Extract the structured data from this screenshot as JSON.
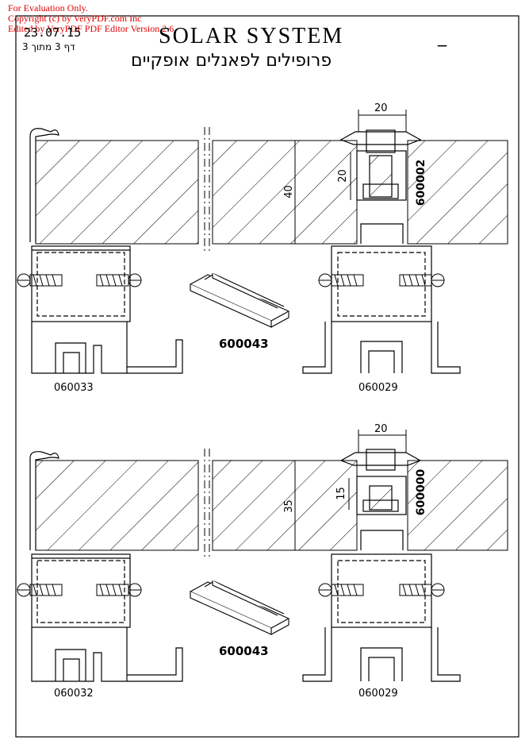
{
  "watermark": {
    "line1": "For Evaluation Only.",
    "line2": "Copyright (c) by VeryPDF.com Inc",
    "line3": "Edited by VeryPDF PDF Editor Version 2.6"
  },
  "header": {
    "date": "23.07.15",
    "page": "דף 3 מתוך 3",
    "title": "SOLAR SYSTEM",
    "title_dash": "_",
    "subtitle": "פרופילים לפאנלים אופקיים"
  },
  "detail_top": {
    "dim_width": "20",
    "dim_inner": "20",
    "dim_height": "40",
    "clamp_code": "600002",
    "rail_code": "600043",
    "left_profile_code": "060033",
    "right_profile_code": "060029"
  },
  "detail_bottom": {
    "dim_width": "20",
    "dim_inner": "15",
    "dim_height": "35",
    "clamp_code": "600000",
    "rail_code": "600043",
    "left_profile_code": "060032",
    "right_profile_code": "060029"
  }
}
